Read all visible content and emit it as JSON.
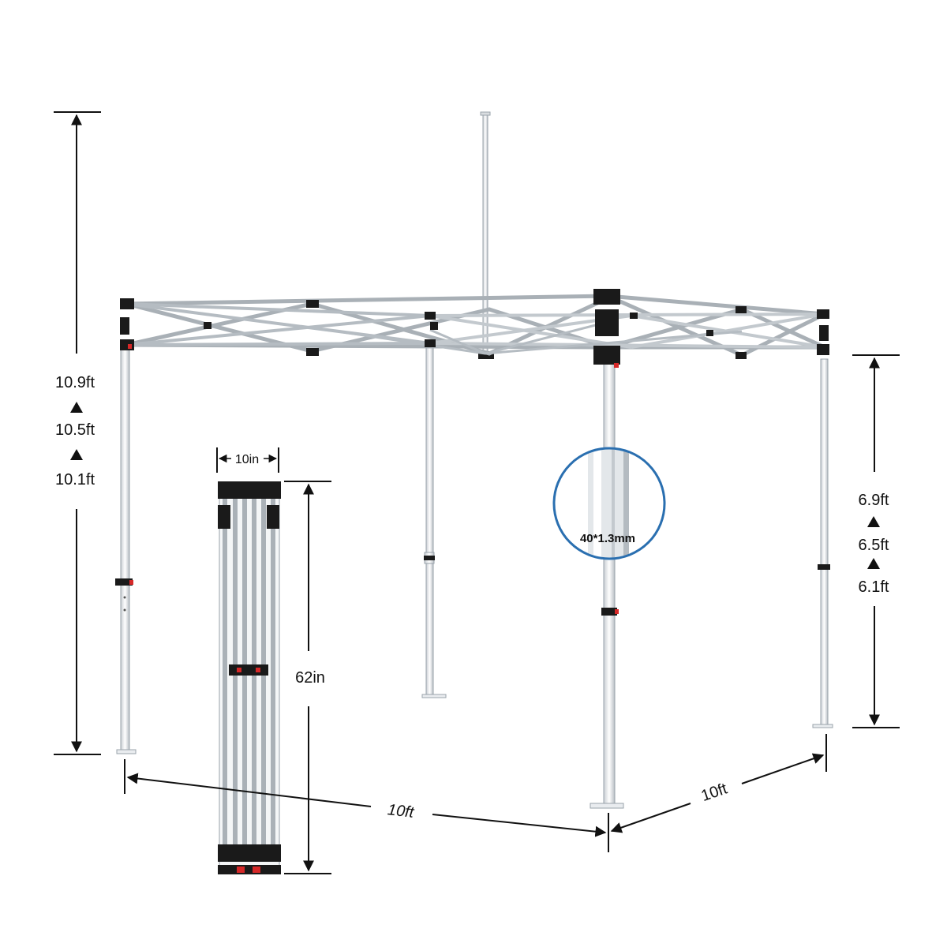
{
  "overall_height": {
    "max": "10.9ft",
    "mid": "10.5ft",
    "min": "10.1ft"
  },
  "leg_height": {
    "max": "6.9ft",
    "mid": "6.5ft",
    "min": "6.1ft"
  },
  "folded": {
    "width": "10in",
    "height": "62in"
  },
  "leg_spec": "40*1.3mm",
  "footprint": {
    "length": "10ft",
    "width": "10ft"
  },
  "colors": {
    "frame": "#e9ecef",
    "frame_edge": "#9aa3ab",
    "connector": "#1a1a1a",
    "latch": "#d62828",
    "callout_ring": "#2a6fb0",
    "dimension": "#111111"
  },
  "icons": {
    "increase_marker": "up-triangle-icon"
  }
}
